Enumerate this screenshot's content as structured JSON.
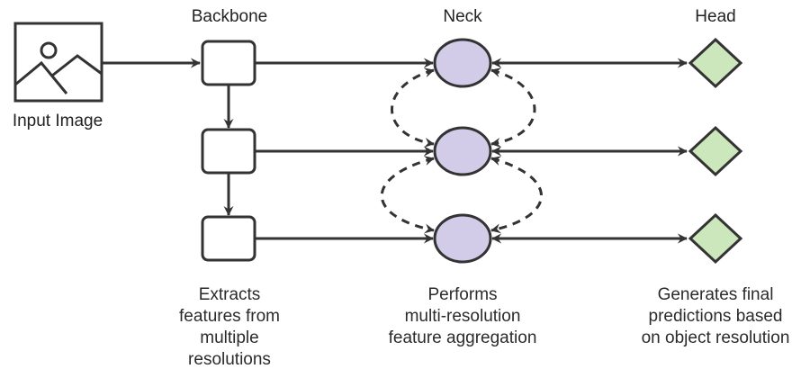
{
  "headers": {
    "backbone": "Backbone",
    "neck": "Neck",
    "head": "Head"
  },
  "input_label": "Input Image",
  "descriptions": {
    "backbone": [
      "Extracts",
      "features from",
      "multiple",
      "resolutions"
    ],
    "neck": [
      "Performs",
      "multi-resolution",
      "feature aggregation"
    ],
    "head": [
      "Generates final",
      "predictions based",
      "on object resolution"
    ]
  },
  "icons": {
    "input": "image-icon"
  },
  "colors": {
    "stroke": "#333333",
    "neck_fill": "#d2cce9",
    "head_fill": "#cde7bd"
  }
}
